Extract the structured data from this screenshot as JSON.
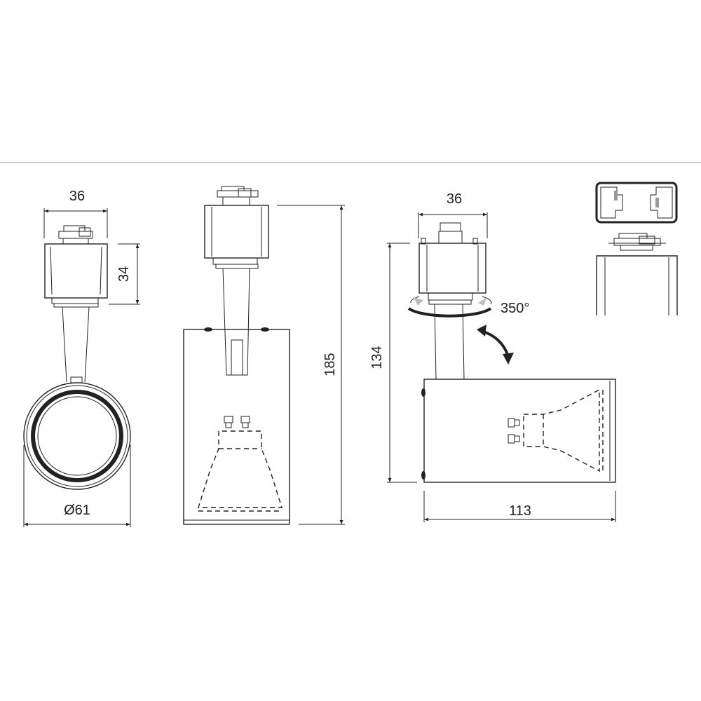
{
  "colors": {
    "line": "#222222",
    "background": "#ffffff",
    "separator": "#d0d0d0"
  },
  "views": {
    "front": {
      "width_label": "36",
      "height_label": "34",
      "diameter_label": "Ø61"
    },
    "side": {
      "height_label": "185"
    },
    "rotated": {
      "width_label": "36",
      "height_label": "134",
      "length_label": "113",
      "rotation_label": "350°"
    },
    "track": {}
  }
}
